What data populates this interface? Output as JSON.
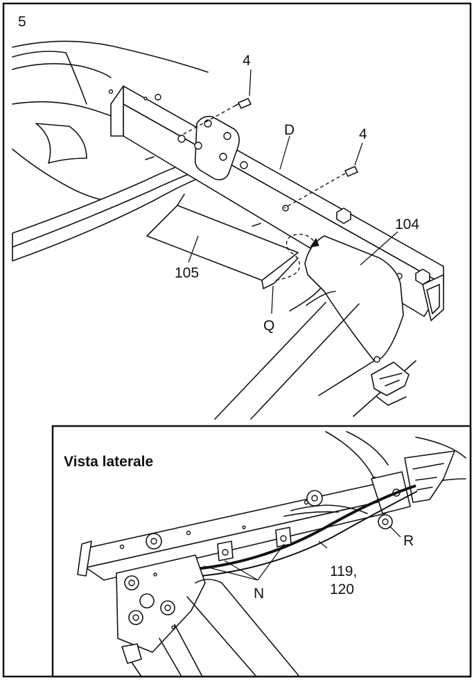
{
  "step_number": "5",
  "main_view": {
    "labels": {
      "screw_left": "4",
      "screw_right": "4",
      "frame_d": "D",
      "part_104": "104",
      "part_105": "105",
      "part_q": "Q"
    }
  },
  "inset_view": {
    "title": "Vista laterale",
    "labels": {
      "part_r": "R",
      "cables": "119,",
      "cables_2": "120",
      "part_n": "N"
    }
  }
}
